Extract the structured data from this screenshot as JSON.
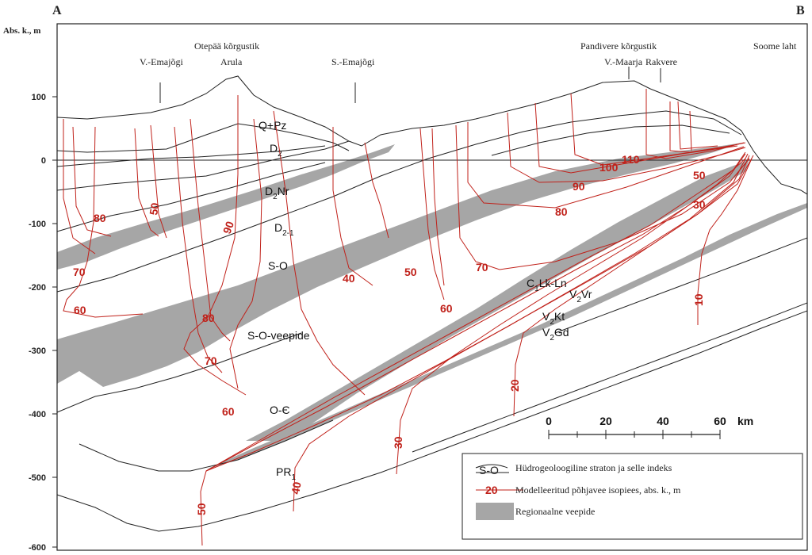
{
  "corner_labels": {
    "left": "A",
    "right": "B"
  },
  "y_axis": {
    "title": "Abs. k., m",
    "ticks": [
      "100",
      "0",
      "-100",
      "-200",
      "-300",
      "-400",
      "-500",
      "-600"
    ]
  },
  "place_labels": {
    "otepaa": "Otepää kõrgustik",
    "v_emajogi": "V.-Emajõgi",
    "arula": "Arula",
    "s_emajogi": "S.-Emajõgi",
    "pandivere": "Pandivere kõrgustik",
    "v_maarja": "V.-Maarja",
    "rakvere": "Rakvere",
    "soome_laht": "Soome laht"
  },
  "strata_labels": {
    "q_pz": "Q+Pz",
    "d2": "D",
    "d2_sub": "2",
    "d2nr_a": "D",
    "d2nr_sub": "2",
    "d2nr_b": "Nr",
    "d21": "D",
    "d21_sub": "2-1",
    "so": "S-O",
    "so_veepide": "S-O-veepide",
    "oe": "O-Є",
    "pr1": "PR",
    "pr1_sub": "1",
    "c1_a": "C",
    "c1_sub": "1",
    "c1_b": "Lk-Ln",
    "v2vr_a": "V",
    "v2vr_sub": "2",
    "v2vr_b": "Vr",
    "v2kt_a": "V",
    "v2kt_sub": "2",
    "v2kt_b": "Kt",
    "v2gd_a": "V",
    "v2gd_sub": "2",
    "v2gd_b": "Gd"
  },
  "isolines": {
    "l80a": "80",
    "l50a": "50",
    "l90": "90",
    "l70a": "70",
    "l60a": "60",
    "l80b": "80",
    "l70b": "70",
    "l60b": "60",
    "l40a": "40",
    "l50b": "50",
    "l70c": "70",
    "l60c": "60",
    "l80c": "80",
    "l90b": "90",
    "l100": "100",
    "l110": "110",
    "l50c": "50",
    "l30a": "30",
    "l10": "10",
    "l20": "20",
    "l30b": "30",
    "l40b": "40",
    "l50d": "50"
  },
  "scale_bar": {
    "ticks": [
      "0",
      "20",
      "40",
      "60"
    ],
    "unit": "km"
  },
  "legend": {
    "stratum_sample": "S-O",
    "stratum_text": "Hüdrogeoloogiline straton ja selle indeks",
    "isoline_sample": "20",
    "isoline_text": "Modelleeritud põhjavee isopiees, abs. k., m",
    "aquitard_text": "Regionaalne veepide"
  },
  "colors": {
    "isoline": "#c0211a",
    "aquitard": "#a6a6a6",
    "line": "#222222"
  }
}
